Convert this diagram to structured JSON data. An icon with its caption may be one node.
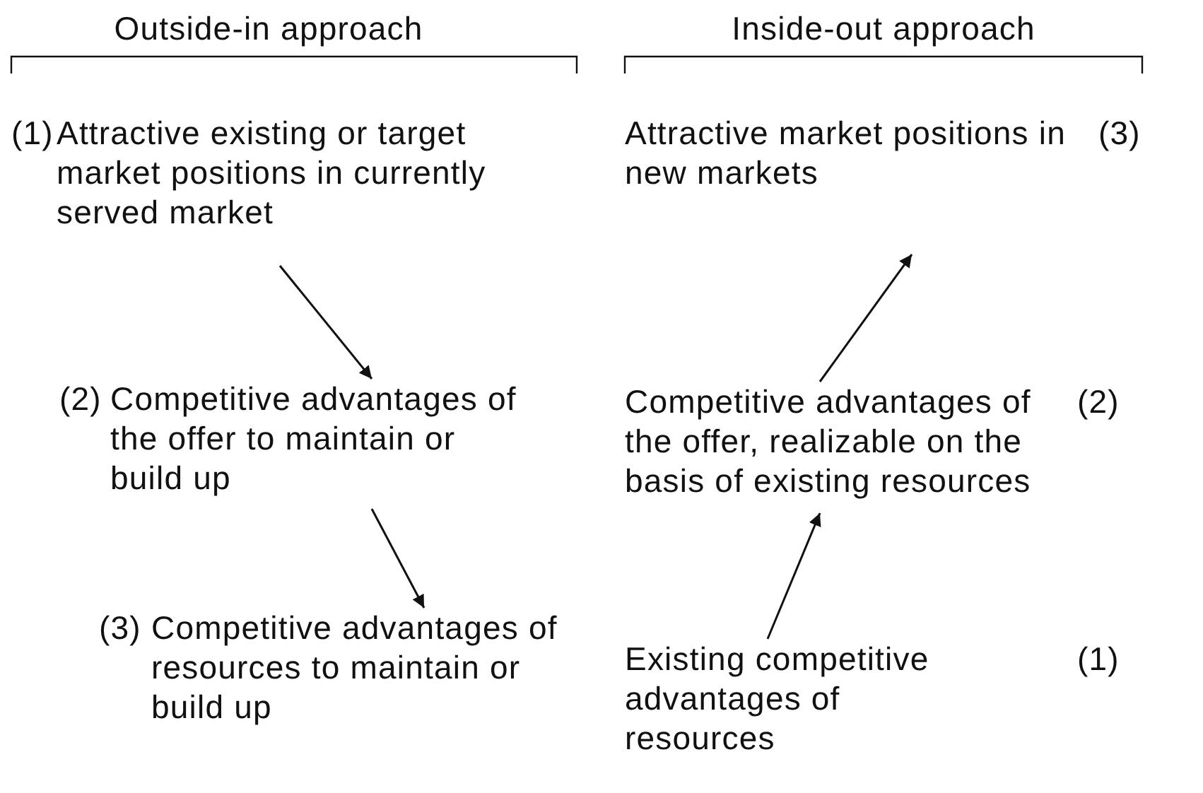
{
  "diagram": {
    "nodes": [
      {
        "text": [
          "(1)",
          "Attractive existing or target market positions in currently served market"
        ]
      },
      {
        "text": [
          "(2)",
          "Competitive advantages of the offer to maintain or build up"
        ]
      },
      {
        "text": [
          "(3)",
          "Competitive advantages of resources to maintain or build up"
        ]
      },
      {
        "text": [
          "Attractive market positions in new markets",
          "(3)"
        ]
      },
      {
        "text": [
          "Competitive advantages of the offer, realizable on the basis of existing resources",
          "(2)"
        ]
      },
      {
        "text": [
          "Existing competitive advantages of resources",
          "(1)"
        ]
      }
    ],
    "edges": [
      {
        "from": 0,
        "to": 1,
        "arrow": "to"
      },
      {
        "from": 1,
        "to": 2,
        "arrow": "to"
      },
      {
        "from": 5,
        "to": 4,
        "arrow": "to"
      },
      {
        "from": 4,
        "to": 3,
        "arrow": "to"
      }
    ],
    "labels": [
      "Outside-in approach",
      "Inside-out approach"
    ]
  }
}
